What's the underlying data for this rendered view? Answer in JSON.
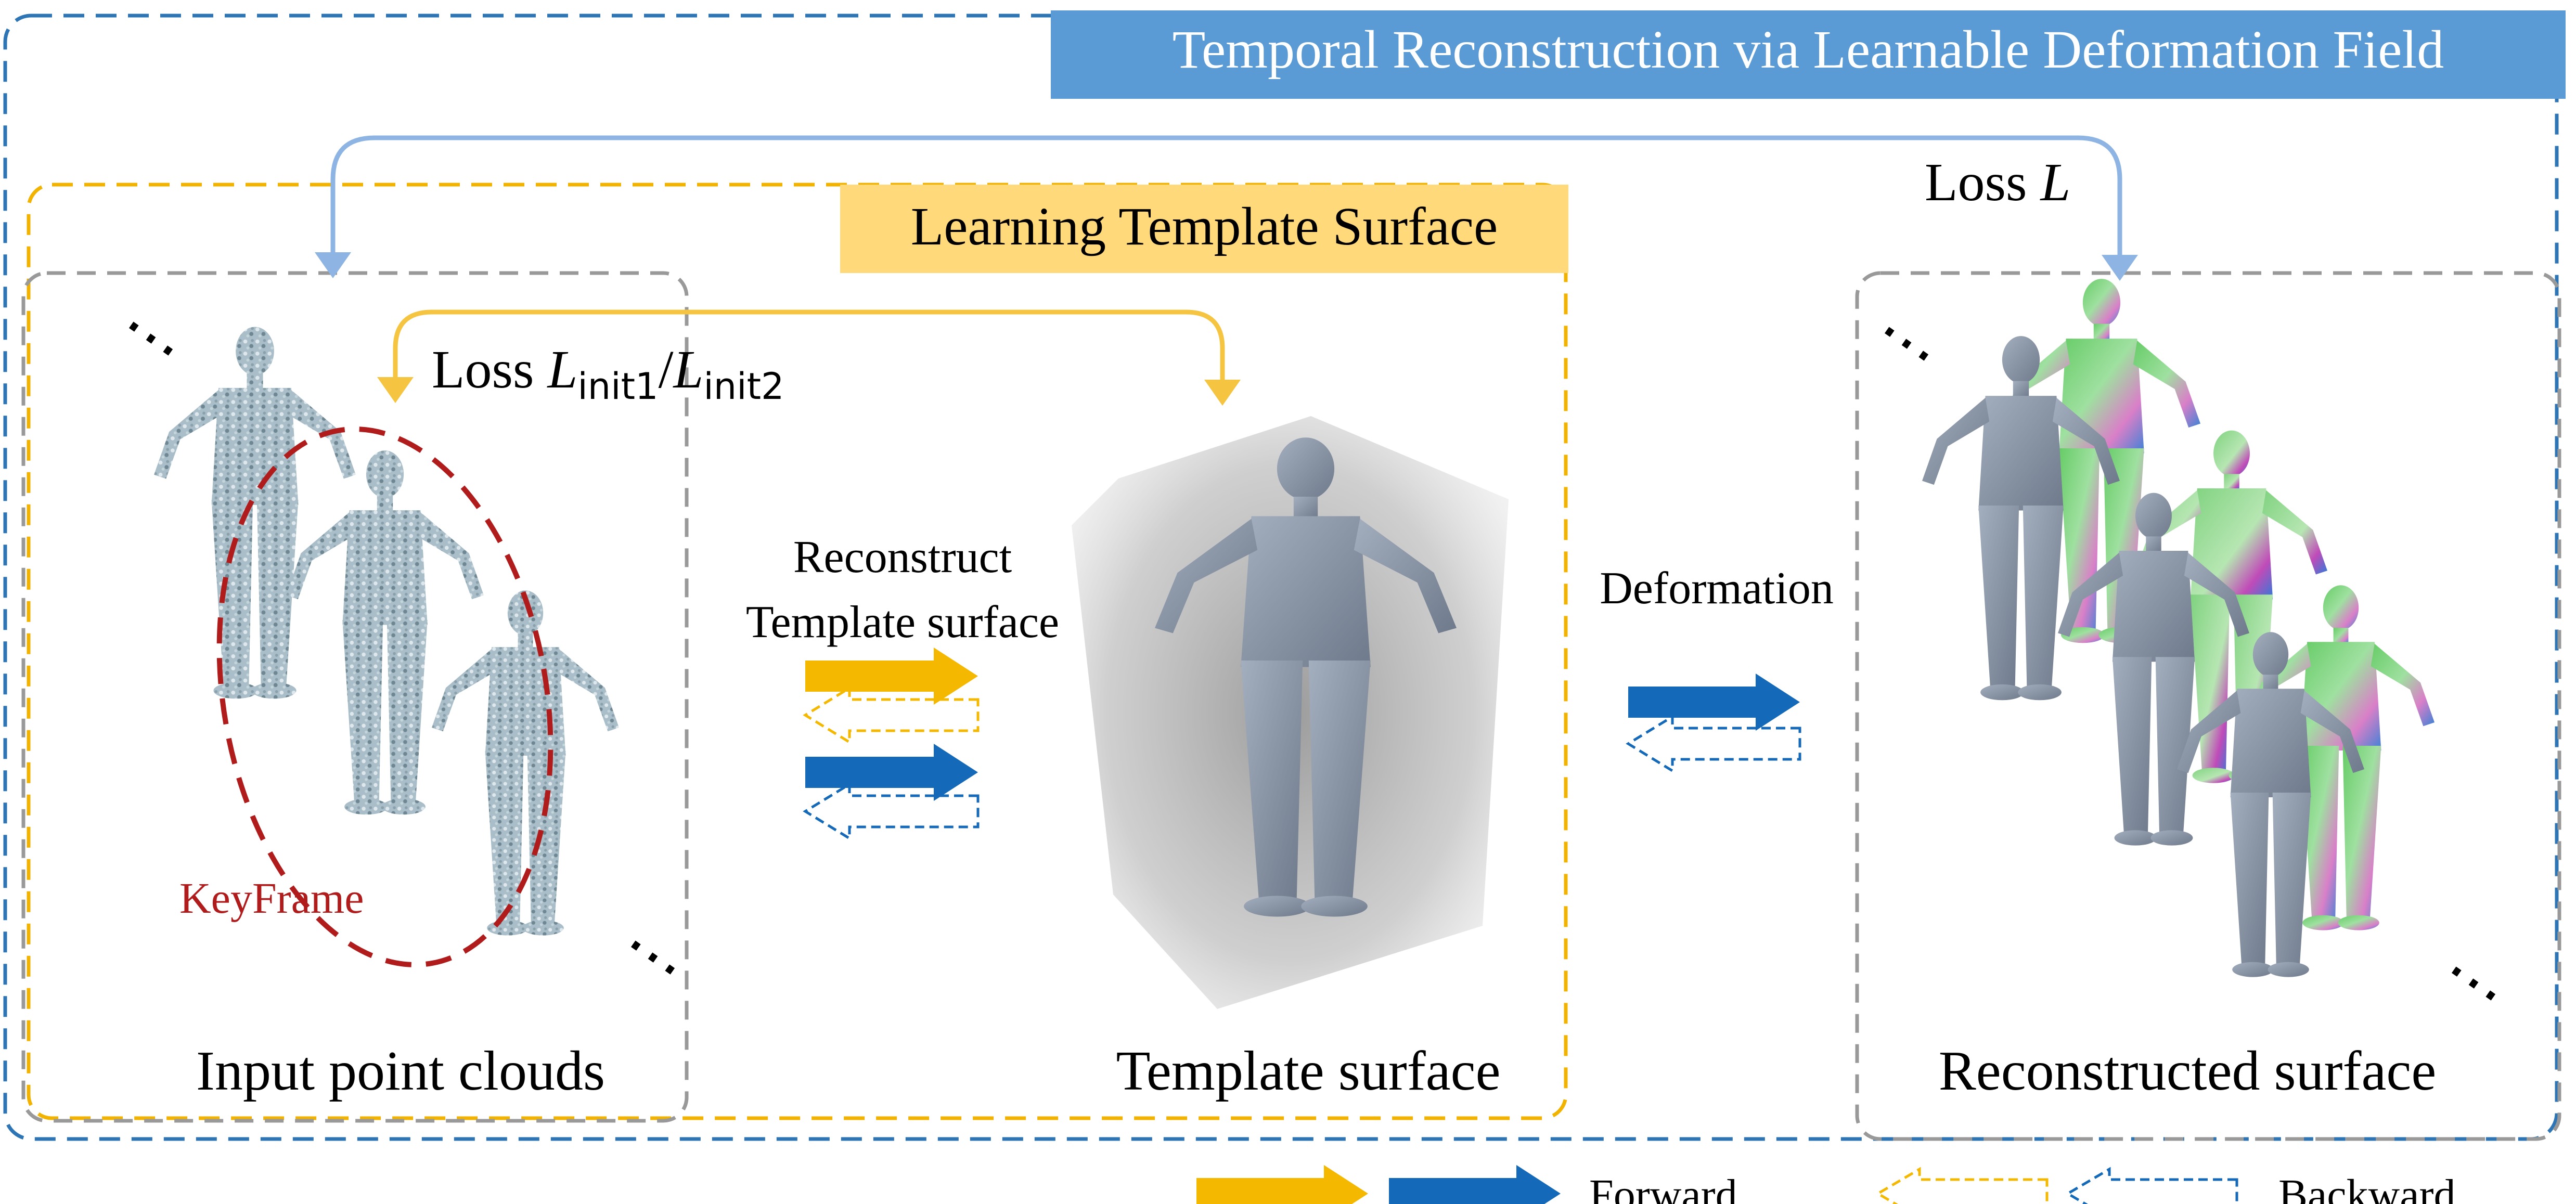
{
  "outer_section": {
    "title": "Temporal Reconstruction via Learnable Deformation Field"
  },
  "template_section": {
    "title": "Learning Template Surface"
  },
  "loss_top": {
    "text": "Loss ",
    "symbol": "L"
  },
  "loss_init": {
    "text": "Loss ",
    "sym1": "L",
    "sub1": "init1",
    "slash": "/",
    "sym2": "L",
    "sub2": "init2"
  },
  "panels": {
    "input": {
      "caption": "Input point clouds",
      "keyframe_label": "KeyFrame",
      "ellipsis": "⋯"
    },
    "template": {
      "caption": "Template surface"
    },
    "reconstructed": {
      "caption": "Reconstructed surface",
      "ellipsis": "⋯"
    }
  },
  "steps": {
    "reconstruct_line1": "Reconstruct",
    "reconstruct_line2": "Template surface",
    "deformation": "Deformation"
  },
  "legend": {
    "forward": "Forward",
    "backward": "Backward"
  },
  "colors": {
    "forward_yellow": "#F5B800",
    "forward_blue": "#1469B8",
    "outer_border": "#2E75B6",
    "template_border": "#F2B200",
    "panel_border": "#999999",
    "title_blue_bg": "#5B9BD5",
    "title_yellow_bg": "#FFD97A",
    "keyframe_red": "#B01C1C",
    "loss_arrow_blue": "#8DB4E2",
    "loss_arrow_yellow": "#F5C542",
    "point_cloud": "#A9BEC8",
    "mesh_gray": "#8A96A6"
  }
}
